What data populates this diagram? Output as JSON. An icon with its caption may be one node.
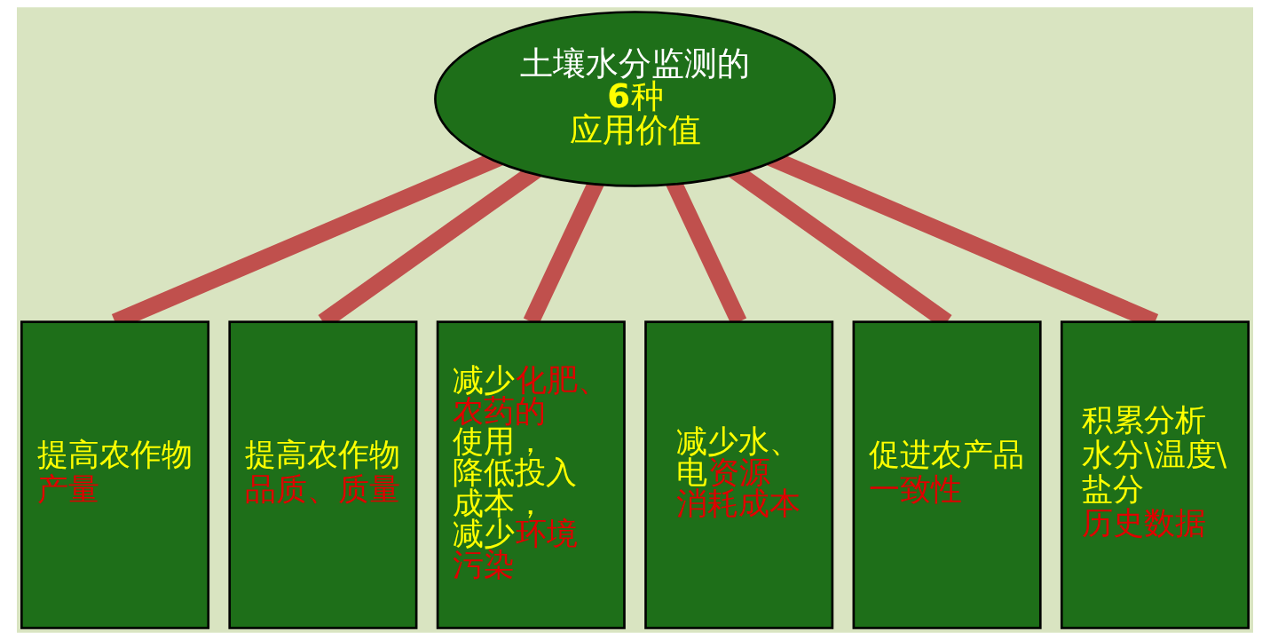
{
  "diagram": {
    "nodes": [
      {
        "text": [
          "土壤水分监测的6种应用价值"
        ]
      },
      {
        "text": [
          "提高农作物产量"
        ]
      },
      {
        "text": [
          "提高农作物品质、质量"
        ]
      },
      {
        "text": [
          "减少化肥、农药的使用，降低投入成本，减少环境污染"
        ]
      },
      {
        "text": [
          "减少水、电资源消耗成本"
        ]
      },
      {
        "text": [
          "促进农产品一致性"
        ]
      },
      {
        "text": [
          "积累分析水分\\温度\\盐分历史数据"
        ]
      }
    ],
    "edges": [
      {
        "from": 0,
        "to": 1,
        "arrow": "none"
      },
      {
        "from": 0,
        "to": 2,
        "arrow": "none"
      },
      {
        "from": 0,
        "to": 3,
        "arrow": "none"
      },
      {
        "from": 0,
        "to": 4,
        "arrow": "none"
      },
      {
        "from": 0,
        "to": 5,
        "arrow": "none"
      },
      {
        "from": 0,
        "to": 6,
        "arrow": "none"
      }
    ]
  }
}
